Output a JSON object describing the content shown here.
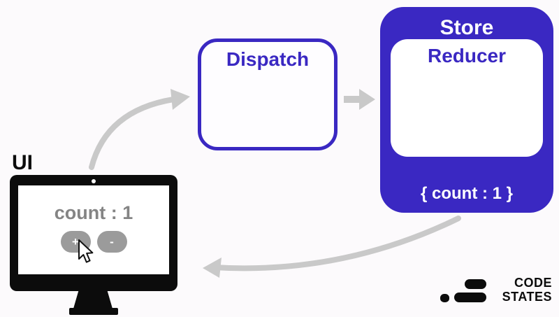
{
  "colors": {
    "indigo": "#3a28c2",
    "arrow-gray": "#c9c9c9",
    "screen-text-gray": "#848484",
    "button-gray": "#9b9b9b",
    "ink": "#0c0c0c"
  },
  "diagram": {
    "dispatch": {
      "label": "Dispatch"
    },
    "store": {
      "label": "Store",
      "reducer_label": "Reducer",
      "state_text": "{ count : 1 }"
    },
    "ui": {
      "label": "UI",
      "count_text": "count : 1",
      "increment_label": "+",
      "decrement_label": "-"
    }
  },
  "icons": {
    "cursor": "mouse-pointer-arrow",
    "camera_dot": "monitor-camera-dot",
    "arrows": [
      "ui-to-dispatch-arrow",
      "dispatch-to-store-arrow",
      "store-to-ui-arrow"
    ]
  },
  "logo": {
    "line1": "CODE",
    "line2": "STATES"
  }
}
